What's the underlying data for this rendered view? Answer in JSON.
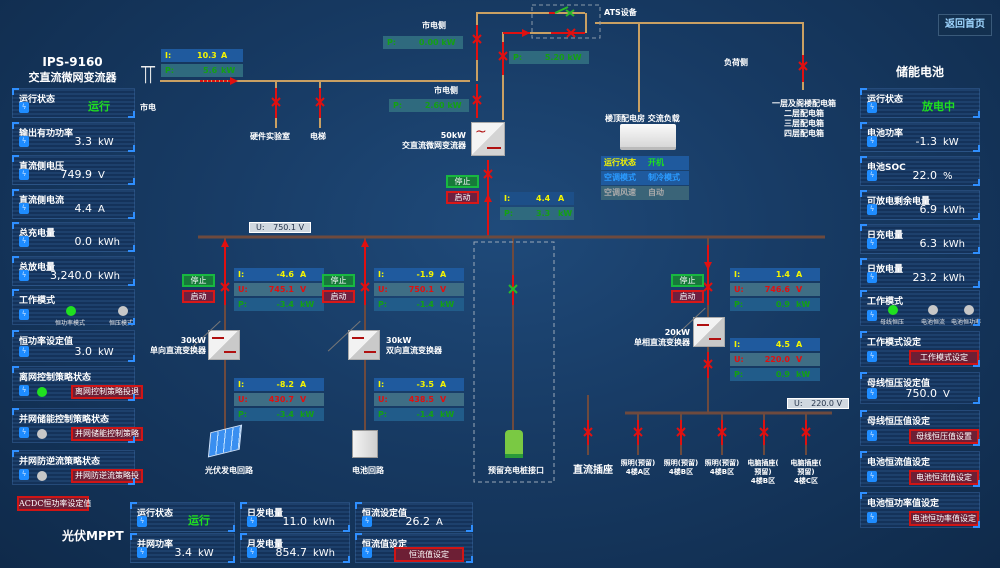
{
  "nav": {
    "home_button": "返回首页"
  },
  "left_panel": {
    "title_line1": "IPS-9160",
    "title_line2": "交直流微网变流器",
    "cards": [
      {
        "label": "运行状态",
        "value": "运行",
        "unit": ""
      },
      {
        "label": "输出有功功率",
        "value": "3.3",
        "unit": "kW"
      },
      {
        "label": "直流侧电压",
        "value": "749.9",
        "unit": "V"
      },
      {
        "label": "直流侧电流",
        "value": "4.4",
        "unit": "A"
      },
      {
        "label": "总充电量",
        "value": "0.0",
        "unit": "kWh"
      },
      {
        "label": "总放电量",
        "value": "3,240.0",
        "unit": "kWh"
      }
    ],
    "work_mode": {
      "label": "工作模式",
      "options": [
        "恒功率模式",
        "恒压模式"
      ],
      "active_index": 0
    },
    "const_power": {
      "label": "恒功率设定值",
      "value": "3.0",
      "unit": "kW"
    },
    "offgrid": {
      "label": "离网控制策略状态",
      "button": "离网控制策略投退",
      "active": true
    },
    "grid_storage": {
      "label": "并网储能控制策略状态",
      "button": "并网储能控制策略",
      "active": false
    },
    "grid_antireverse": {
      "label": "并网防逆流策略状态",
      "button": "并网防逆流策略投",
      "active": false
    },
    "acdc_button": "ACDC恒功率设定值"
  },
  "right_panel": {
    "title": "储能电池",
    "cards": [
      {
        "label": "运行状态",
        "value": "放电中",
        "unit": ""
      },
      {
        "label": "电池功率",
        "value": "-1.3",
        "unit": "kW"
      },
      {
        "label": "电池SOC",
        "value": "22.0",
        "unit": "%"
      },
      {
        "label": "可放电剩余电量",
        "value": "6.9",
        "unit": "kWh"
      },
      {
        "label": "日充电量",
        "value": "6.3",
        "unit": "kWh"
      },
      {
        "label": "日放电量",
        "value": "23.2",
        "unit": "kWh"
      }
    ],
    "work_mode": {
      "label": "工作模式",
      "options": [
        "母线恒压",
        "电池恒流",
        "电池恒功率"
      ],
      "active_index": 0
    },
    "mode_set": {
      "label": "工作模式设定",
      "button": "工作模式设定"
    },
    "bus_voltage_value": {
      "label": "母线恒压设定值",
      "value": "750.0",
      "unit": "V"
    },
    "bus_voltage_set": {
      "label": "母线恒压值设定",
      "button": "母线恒压值设置"
    },
    "battery_current_set": {
      "label": "电池恒流值设定",
      "button": "电池恒流值设定"
    },
    "battery_power_set": {
      "label": "电池恒功率值设定",
      "button": "电池恒功率值设定"
    }
  },
  "bottom_panel": {
    "title": "光伏MPPT",
    "run_status": {
      "label": "运行状态",
      "value": "运行"
    },
    "grid_power": {
      "label": "并网功率",
      "value": "3.4",
      "unit": "kW"
    },
    "daily_gen": {
      "label": "日发电量",
      "value": "11.0",
      "unit": "kWh"
    },
    "monthly_gen": {
      "label": "月发电量",
      "value": "854.7",
      "unit": "kWh"
    },
    "const_current_value": {
      "label": "恒流设定值",
      "value": "26.2",
      "unit": "A"
    },
    "const_current_set": {
      "label": "恒流值设定",
      "button": "恒流值设定"
    }
  },
  "diagram": {
    "grid_label": "市电",
    "grid_meter": {
      "I": "10.3",
      "I_unit": "A",
      "P": "5.6",
      "P_unit": "kW"
    },
    "load_hw_lab": "硬件实验室",
    "load_elevator": "电梯",
    "grid_side_1": "市电侧",
    "grid_side_1_P": "0.00",
    "grid_side_2": "市电侧",
    "grid_side_2_P": "2.60",
    "ats_P": "5.20",
    "p_unit": "kW",
    "ats_label": "ATS设备",
    "load_side": "负荷侧",
    "floor_boxes": [
      "一层及阁楼配电箱",
      "二层配电箱",
      "三层配电箱",
      "四层配电箱"
    ],
    "ac_load_label": "楼顶配电房 交流负载",
    "ac_status": [
      {
        "k": "运行状态",
        "v": "开机"
      },
      {
        "k": "空调模式",
        "v": "制冷模式"
      },
      {
        "k": "空调风速",
        "v": "自动"
      }
    ],
    "main_converter": {
      "rating": "50kW",
      "name": "交直流微网变流器"
    },
    "main_meter": {
      "I": "4.4",
      "I_unit": "A",
      "P": "3.3",
      "P_unit": "kW"
    },
    "stop": "停止",
    "start": "启动",
    "dc_bus": {
      "label": "U:",
      "value": "750.1",
      "unit": "V"
    },
    "pv_branch": {
      "top": {
        "I": "-4.6",
        "U": "745.1",
        "P": "-3.4"
      },
      "bottom": {
        "I": "-8.2",
        "U": "430.7",
        "P": "-3.4"
      },
      "rating": "30kW",
      "name": "单向直流变换器",
      "source": "光伏发电回路"
    },
    "bat_branch": {
      "top": {
        "I": "-1.9",
        "U": "750.1",
        "P": "-1.4"
      },
      "bottom": {
        "I": "-3.5",
        "U": "438.5",
        "P": "-1.4"
      },
      "rating": "30kW",
      "name": "双向直流变换器",
      "source": "电池回路"
    },
    "ev_label": "预留充电桩接口",
    "dc_socket": "直流插座",
    "single_branch": {
      "top": {
        "I": "1.4",
        "U": "746.6",
        "P": "0.9"
      },
      "bottom": {
        "I": "4.5",
        "U": "220.0",
        "P": "0.9"
      },
      "rating": "20kW",
      "name": "单相直流变换器"
    },
    "low_bus": {
      "label": "U:",
      "value": "220.0",
      "unit": "V"
    },
    "dc_loads": [
      "照明(预留)\n4楼A区",
      "照明(预留)\n4楼B区",
      "照明(预留)\n4楼B区",
      "电脑插座(\n预留)\n4楼B区",
      "电脑插座(\n预留)\n4楼C区"
    ],
    "units": {
      "I": "A",
      "U": "V",
      "P": "kW"
    },
    "keys": {
      "I": "I:",
      "U": "U:",
      "P": "P:"
    }
  }
}
